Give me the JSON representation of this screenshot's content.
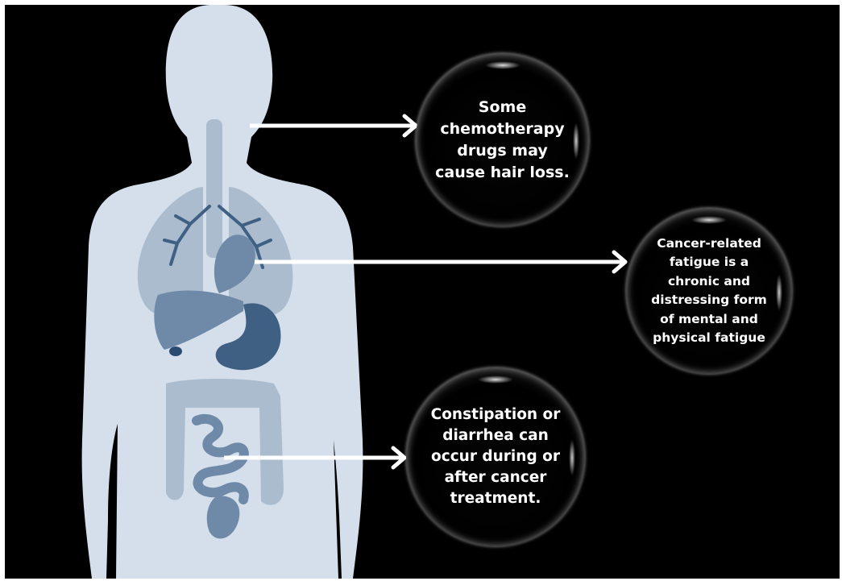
{
  "colors": {
    "background": "#000000",
    "body_silhouette": "#d4dfeb",
    "organ_light": "#a8b9cc",
    "organ_mid": "#6f8aa8",
    "organ_dark": "#3f5f83",
    "arrow": "#ffffff",
    "bubble_text": "#ffffff"
  },
  "callouts": [
    {
      "organ": "head",
      "text": "Some\nchemotherapy\ndrugs may\ncause hair loss."
    },
    {
      "organ": "heart",
      "text": "Cancer-related\nfatigue is a\nchronic and\ndistressing form\nof mental and\nphysical fatigue"
    },
    {
      "organ": "intestines",
      "text": "Constipation or\ndiarrhea can\noccur during or\nafter cancer\ntreatment."
    }
  ]
}
